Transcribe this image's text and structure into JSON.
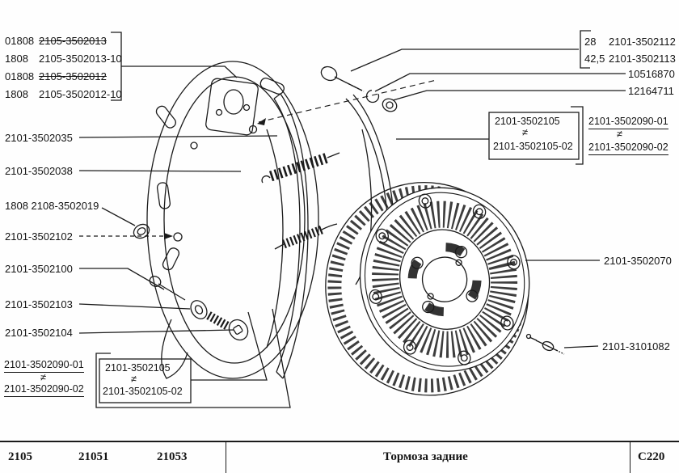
{
  "symbols": {
    "not_equal": "≠"
  },
  "footer": {
    "models": [
      "2105",
      "21051",
      "21053"
    ],
    "title": "Тормоза задние",
    "code": "С220"
  },
  "top_left_group": {
    "rows": [
      {
        "qty": "01808",
        "part": "2105-3502013"
      },
      {
        "qty": "1808",
        "part": "2105-3502013-10"
      },
      {
        "qty": "01808",
        "part": "2105-3502012"
      },
      {
        "qty": "1808",
        "part": "2105-3502012-10"
      }
    ]
  },
  "top_right_group": {
    "rows": [
      {
        "qty": "28",
        "part": "2101-3502112"
      },
      {
        "qty": "42,5",
        "part": "2101-3502113"
      }
    ],
    "singles": [
      "10516870",
      "12164711"
    ]
  },
  "left_labels": [
    "2101-3502035",
    "2101-3502038",
    "1808 2108-3502019",
    "2101-3502102",
    "2101-3502100",
    "2101-3502103",
    "2101-3502104"
  ],
  "right_labels": {
    "drum": "2101-3502070",
    "bleeder": "2101-3101082"
  },
  "right_mid_group": {
    "boxed": [
      "2101-3502105",
      "2101-3502105-02"
    ],
    "underlined": [
      "2101-3502090-01",
      "2101-3502090-02"
    ]
  },
  "bottom_left_group": {
    "underlined": [
      "2101-3502090-01",
      "2101-3502090-02"
    ],
    "boxed": [
      "2101-3502105",
      "2101-3502105-02"
    ]
  }
}
